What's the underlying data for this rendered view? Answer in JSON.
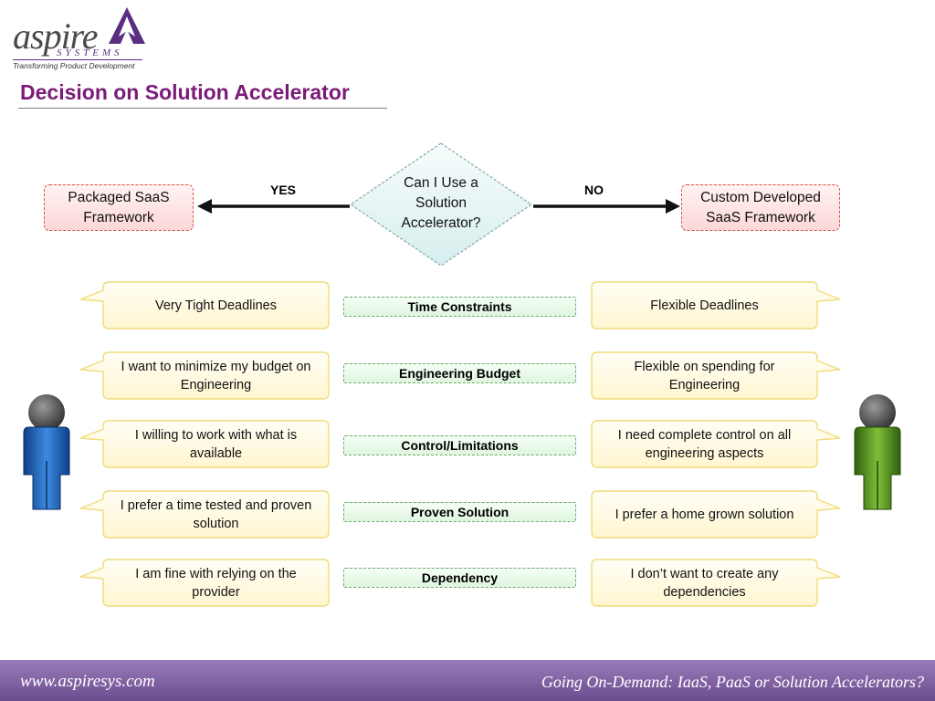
{
  "logo": {
    "word": "aspire",
    "systems": "SYSTEMS",
    "tagline": "Transforming Product Development"
  },
  "slide": {
    "title": "Decision on Solution Accelerator"
  },
  "decision": {
    "question": "Can I Use a Solution Accelerator?",
    "yes_label": "YES",
    "no_label": "NO",
    "yes_outcome": "Packaged SaaS Framework",
    "no_outcome": "Custom Developed SaaS Framework"
  },
  "rows": [
    {
      "criterion": "Time Constraints",
      "yes": "Very Tight Deadlines",
      "no": "Flexible Deadlines"
    },
    {
      "criterion": "Engineering Budget",
      "yes": "I want to minimize my budget on Engineering",
      "no": "Flexible on spending for Engineering"
    },
    {
      "criterion": "Control/Limitations",
      "yes": "I willing to work with what is available",
      "no": "I need complete control on all engineering aspects"
    },
    {
      "criterion": "Proven Solution",
      "yes": "I prefer a time tested and proven solution",
      "no": "I prefer a home grown solution"
    },
    {
      "criterion": "Dependency",
      "yes": "I am fine with relying on the provider",
      "no": "I don’t want to create any dependencies"
    }
  ],
  "footer": {
    "website": "www.aspiresys.com",
    "slogan": "Going On-Demand: IaaS, PaaS or Solution Accelerators?"
  },
  "colors": {
    "title": "#7b1a78",
    "bubble_fill": "#fffbe6",
    "bubble_border": "#f0dc7a",
    "criterion_border": "#6fa86f",
    "outcome_border": "#d9534f",
    "left_person": "#1f5fae",
    "right_person": "#4d8a1f",
    "footer": "#7b5aa3"
  },
  "icons": {
    "left_person": "person-blue-icon",
    "right_person": "person-green-icon",
    "logo_mark": "aspire-logo-mark-icon"
  }
}
